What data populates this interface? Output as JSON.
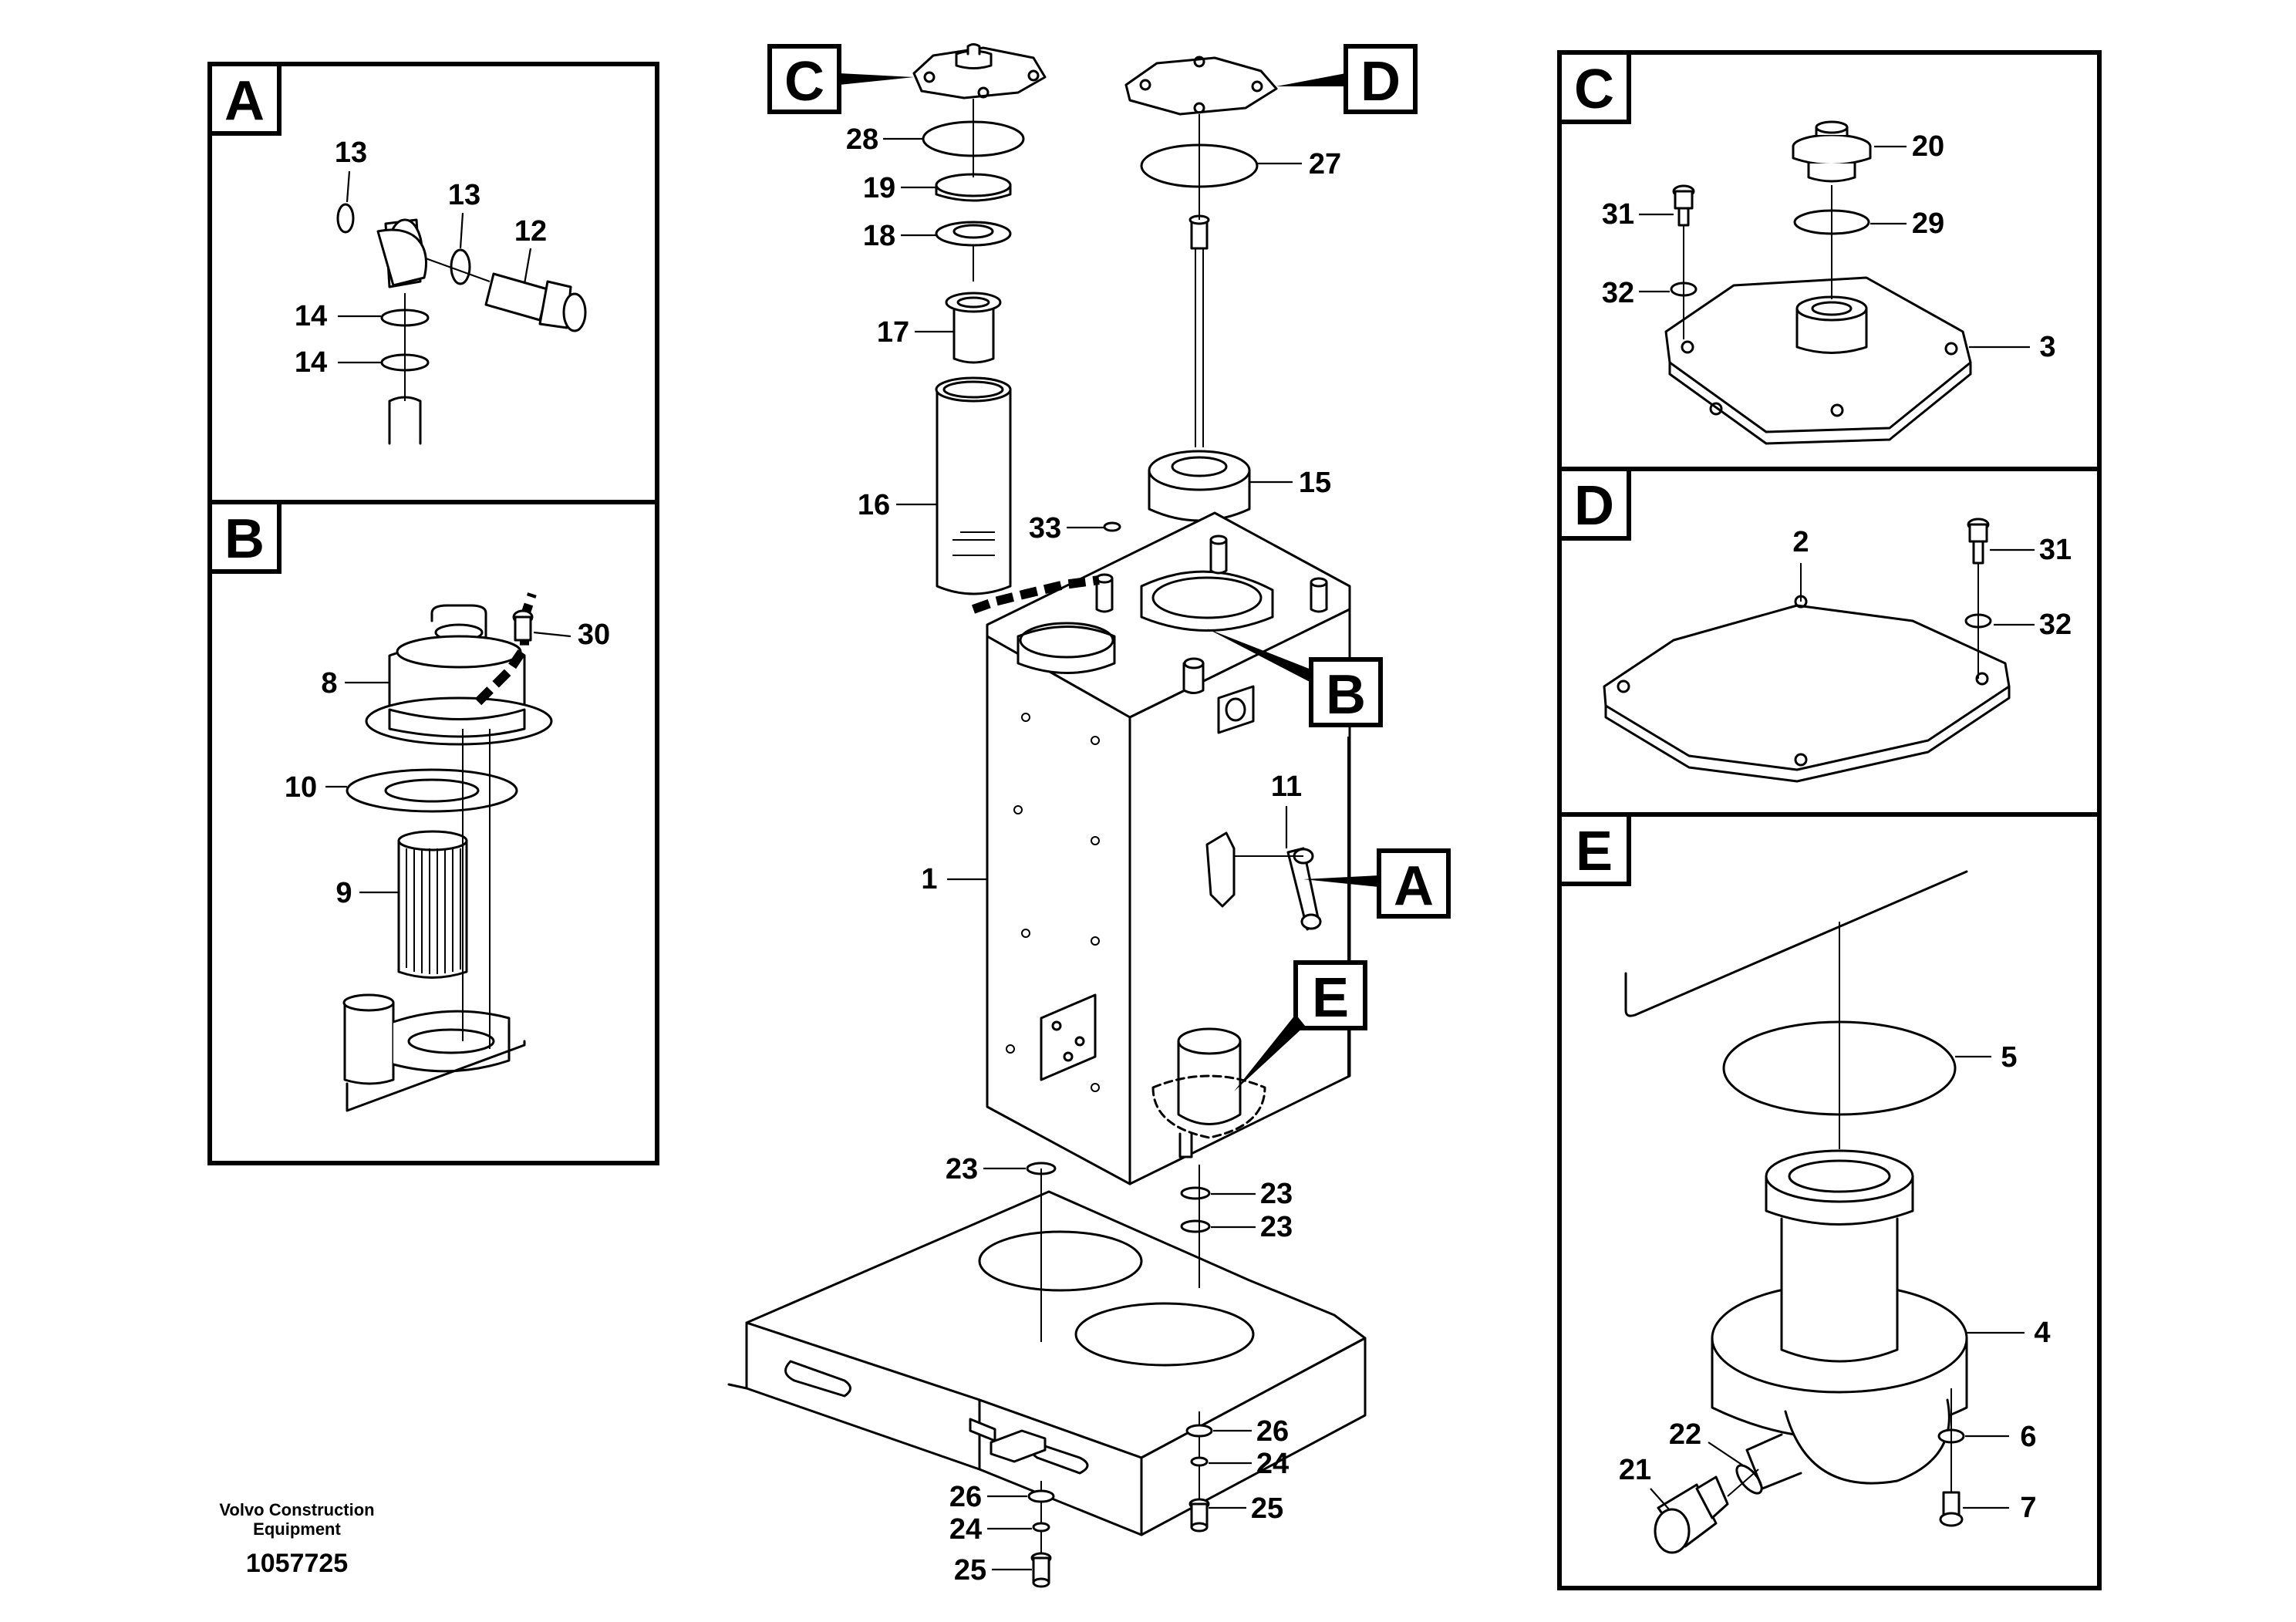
{
  "footer": {
    "brand_line1": "Volvo Construction",
    "brand_line2": "Equipment",
    "drawing_number": "1057725"
  },
  "callouts": {
    "A": "A",
    "B": "B",
    "C": "C",
    "D": "D",
    "E": "E"
  },
  "parts": {
    "p1": "1",
    "p2": "2",
    "p3": "3",
    "p4": "4",
    "p5": "5",
    "p6": "6",
    "p7": "7",
    "p8": "8",
    "p9": "9",
    "p10": "10",
    "p11": "11",
    "p12": "12",
    "p13": "13",
    "p14": "14",
    "p15": "15",
    "p16": "16",
    "p17": "17",
    "p18": "18",
    "p19": "19",
    "p20": "20",
    "p21": "21",
    "p22": "22",
    "p23": "23",
    "p24": "24",
    "p25": "25",
    "p26": "26",
    "p27": "27",
    "p28": "28",
    "p29": "29",
    "p30": "30",
    "p31": "31",
    "p32": "32",
    "p33": "33"
  }
}
